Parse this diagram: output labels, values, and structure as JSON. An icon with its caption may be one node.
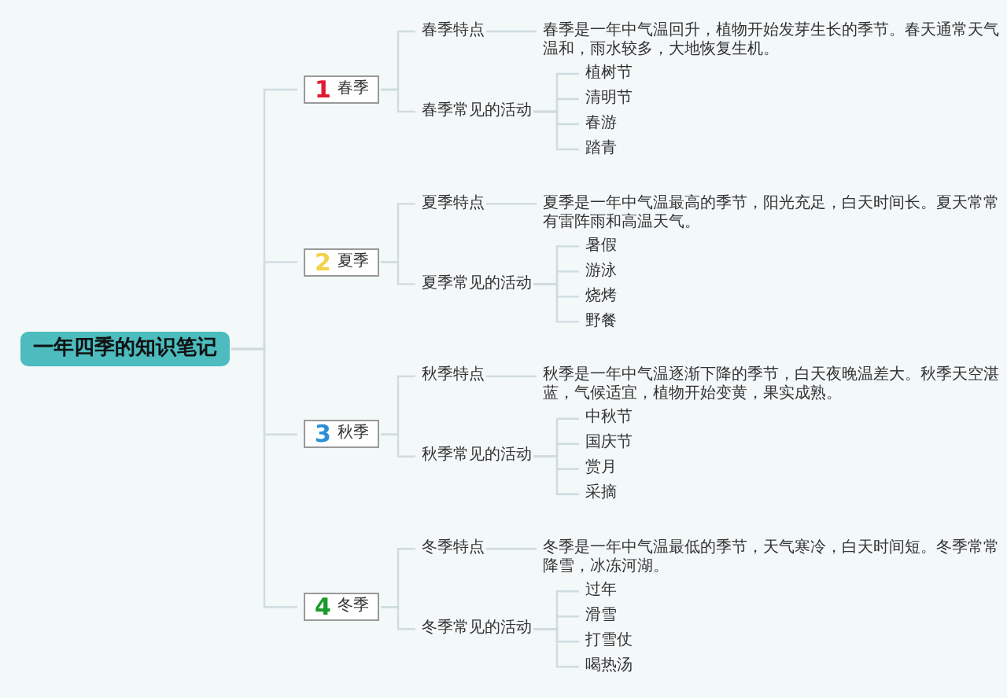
{
  "diagram": {
    "nodes": [
      {
        "text": [
          "一年四季的知识笔记"
        ]
      },
      {
        "text": [
          "1",
          "春季"
        ]
      },
      {
        "text": [
          "春季特点"
        ]
      },
      {
        "text": [
          "春季是一年中气温回升，植物开始发芽生长的季节。春天通常天气温和，雨水较多，大地恢复生机。"
        ]
      },
      {
        "text": [
          "春季常见的活动"
        ]
      },
      {
        "text": [
          "植树节"
        ]
      },
      {
        "text": [
          "清明节"
        ]
      },
      {
        "text": [
          "春游"
        ]
      },
      {
        "text": [
          "踏青"
        ]
      },
      {
        "text": [
          "2",
          "夏季"
        ]
      },
      {
        "text": [
          "夏季特点"
        ]
      },
      {
        "text": [
          "夏季是一年中气温最高的季节，阳光充足，白天时间长。夏天常常有雷阵雨和高温天气。"
        ]
      },
      {
        "text": [
          "夏季常见的活动"
        ]
      },
      {
        "text": [
          "暑假"
        ]
      },
      {
        "text": [
          "游泳"
        ]
      },
      {
        "text": [
          "烧烤"
        ]
      },
      {
        "text": [
          "野餐"
        ]
      },
      {
        "text": [
          "3",
          "秋季"
        ]
      },
      {
        "text": [
          "秋季特点"
        ]
      },
      {
        "text": [
          "秋季是一年中气温逐渐下降的季节，白天夜晚温差大。秋季天空湛蓝，气候适宜，植物开始变黄，果实成熟。"
        ]
      },
      {
        "text": [
          "秋季常见的活动"
        ]
      },
      {
        "text": [
          "中秋节"
        ]
      },
      {
        "text": [
          "国庆节"
        ]
      },
      {
        "text": [
          "赏月"
        ]
      },
      {
        "text": [
          "采摘"
        ]
      },
      {
        "text": [
          "4",
          "冬季"
        ]
      },
      {
        "text": [
          "冬季特点"
        ]
      },
      {
        "text": [
          "冬季是一年中气温最低的季节，天气寒冷，白天时间短。冬季常常降雪，冰冻河湖。"
        ]
      },
      {
        "text": [
          "冬季常见的活动"
        ]
      },
      {
        "text": [
          "过年"
        ]
      },
      {
        "text": [
          "滑雪"
        ]
      },
      {
        "text": [
          "打雪仗"
        ]
      },
      {
        "text": [
          "喝热汤"
        ]
      }
    ],
    "edges": [
      {
        "from": 0,
        "to": 1,
        "arrow": "none"
      },
      {
        "from": 1,
        "to": 2,
        "arrow": "none"
      },
      {
        "from": 2,
        "to": 3,
        "arrow": "none"
      },
      {
        "from": 1,
        "to": 4,
        "arrow": "none"
      },
      {
        "from": 4,
        "to": 5,
        "arrow": "none"
      },
      {
        "from": 4,
        "to": 6,
        "arrow": "none"
      },
      {
        "from": 4,
        "to": 7,
        "arrow": "none"
      },
      {
        "from": 4,
        "to": 8,
        "arrow": "none"
      },
      {
        "from": 0,
        "to": 9,
        "arrow": "none"
      },
      {
        "from": 9,
        "to": 10,
        "arrow": "none"
      },
      {
        "from": 10,
        "to": 11,
        "arrow": "none"
      },
      {
        "from": 9,
        "to": 12,
        "arrow": "none"
      },
      {
        "from": 12,
        "to": 13,
        "arrow": "none"
      },
      {
        "from": 12,
        "to": 14,
        "arrow": "none"
      },
      {
        "from": 12,
        "to": 15,
        "arrow": "none"
      },
      {
        "from": 12,
        "to": 16,
        "arrow": "none"
      },
      {
        "from": 0,
        "to": 17,
        "arrow": "none"
      },
      {
        "from": 17,
        "to": 18,
        "arrow": "none"
      },
      {
        "from": 18,
        "to": 19,
        "arrow": "none"
      },
      {
        "from": 17,
        "to": 20,
        "arrow": "none"
      },
      {
        "from": 20,
        "to": 21,
        "arrow": "none"
      },
      {
        "from": 20,
        "to": 22,
        "arrow": "none"
      },
      {
        "from": 20,
        "to": 23,
        "arrow": "none"
      },
      {
        "from": 20,
        "to": 24,
        "arrow": "none"
      },
      {
        "from": 0,
        "to": 25,
        "arrow": "none"
      },
      {
        "from": 25,
        "to": 26,
        "arrow": "none"
      },
      {
        "from": 26,
        "to": 27,
        "arrow": "none"
      },
      {
        "from": 25,
        "to": 28,
        "arrow": "none"
      },
      {
        "from": 28,
        "to": 29,
        "arrow": "none"
      },
      {
        "from": 28,
        "to": 30,
        "arrow": "none"
      },
      {
        "from": 28,
        "to": 31,
        "arrow": "none"
      },
      {
        "from": 28,
        "to": 32,
        "arrow": "none"
      }
    ]
  }
}
